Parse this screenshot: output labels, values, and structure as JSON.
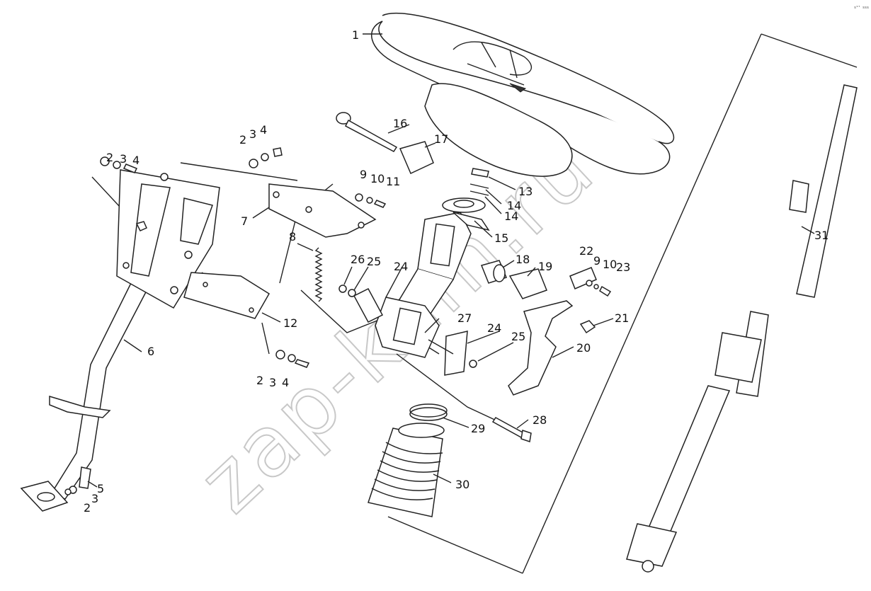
{
  "watermark": "zap-kam.ru",
  "corner_code": "s⁹⁵ sss",
  "labels": {
    "l1": "1",
    "l2a": "2",
    "l3a": "3",
    "l4a": "4",
    "l2b": "2",
    "l3b": "3",
    "l4b": "4",
    "l2c": "2",
    "l3c": "3",
    "l4c": "4",
    "l2d": "2",
    "l3d": "3",
    "l5": "5",
    "l6": "6",
    "l7": "7",
    "l8": "8",
    "l9a": "9",
    "l10a": "10",
    "l11": "11",
    "l12": "12",
    "l13": "13",
    "l14a": "14",
    "l14b": "14",
    "l15": "15",
    "l16": "16",
    "l17": "17",
    "l18": "18",
    "l19": "19",
    "l20": "20",
    "l21": "21",
    "l22": "22",
    "l9b": "9",
    "l10b": "10",
    "l23": "23",
    "l24a": "24",
    "l25a": "25",
    "l26": "26",
    "l27": "27",
    "l24b": "24",
    "l25b": "25",
    "l28": "28",
    "l29": "29",
    "l30": "30",
    "l31": "31"
  },
  "icons": {
    "steering_wheel": "steering-wheel-icon",
    "bellows_boot": "bellows-icon",
    "cardan_shaft": "cardan-shaft-icon"
  }
}
